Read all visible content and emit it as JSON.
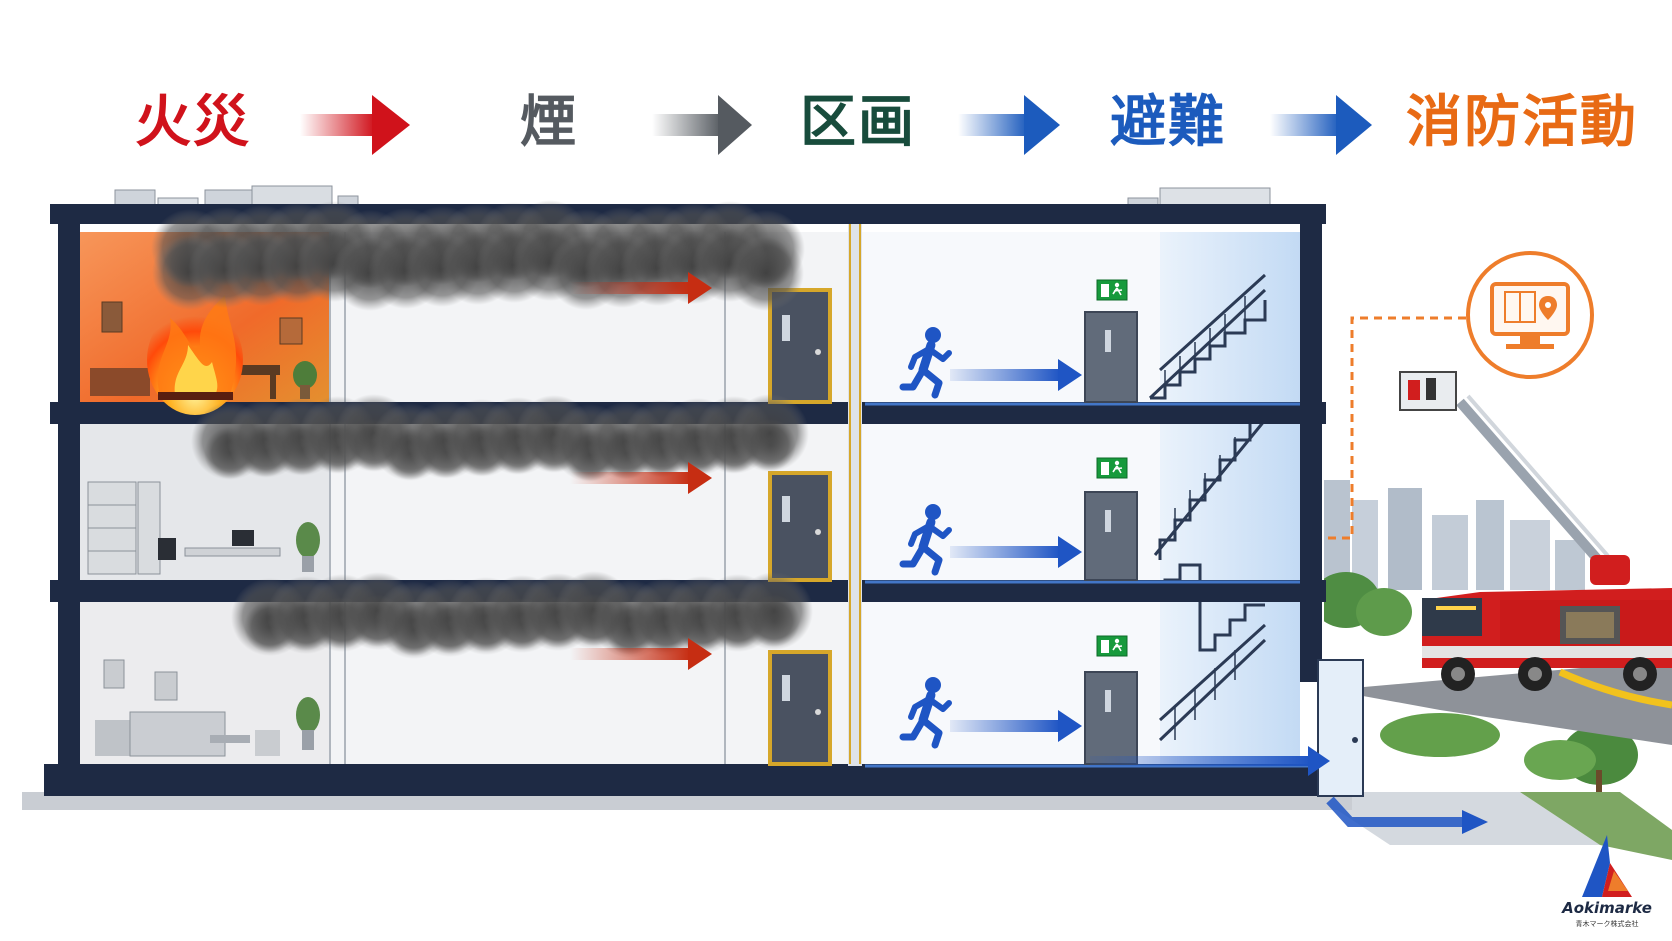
{
  "steps": [
    {
      "label": "火災",
      "color": "#d0121b"
    },
    {
      "label": "煙",
      "color": "#555a60"
    },
    {
      "label": "区画",
      "color": "#184c3c"
    },
    {
      "label": "避難",
      "color": "#1c5bbd"
    },
    {
      "label": "消防活動",
      "color": "#e86a14"
    }
  ],
  "colors": {
    "structure": "#1e2a44",
    "fire": "#f25a1d",
    "smoke": "#4a4a4a",
    "evac_arrow": "#1f55c4",
    "smoke_arrow": "#c62d12",
    "monitor": "#ee7d2b",
    "truck": "#d11e1e",
    "fire_door_frame": "#d6a72a",
    "exit_sign": "#179a3c"
  },
  "icons": {
    "exit_sign": "emergency-exit-sign-icon",
    "runner": "running-person-icon",
    "monitor": "fire-monitoring-screen-icon",
    "truck": "ladder-fire-truck-icon"
  },
  "logo": {
    "name": "Aokimarke",
    "sub": "青木マーク株式会社"
  }
}
